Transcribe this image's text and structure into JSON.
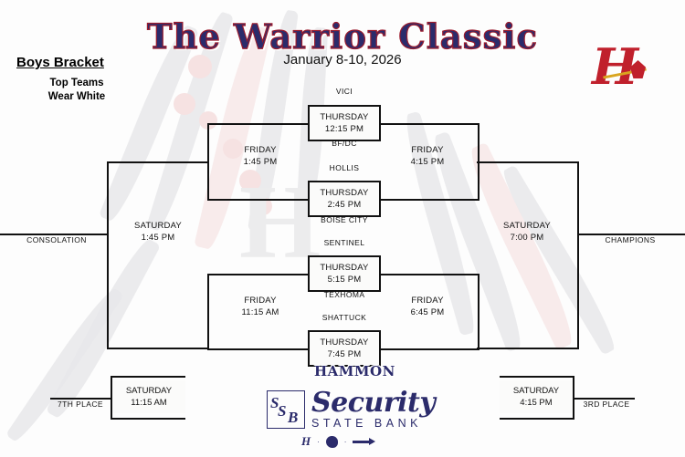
{
  "header": {
    "title": "The Warrior Classic",
    "dates": "January 8-10, 2026",
    "bracket_label": "Boys Bracket",
    "note": "Top Teams\nWear White"
  },
  "logos": {
    "school": "hammon-warrior-h-logo",
    "hammon_wordmark": "HAMMON",
    "bank_mark": "SSB",
    "bank_name": "Security",
    "bank_sub": "STATE BANK",
    "mini_mark": "hammon-mini-mark"
  },
  "colors": {
    "navy": "#2b2b6b",
    "red": "#c0202c",
    "line": "#111111",
    "gold": "#d9a520"
  },
  "teams": {
    "vici": "VICI",
    "bfdc": "BF/DC",
    "hollis": "HOLLIS",
    "boise_city": "BOISE CITY",
    "sentinel": "SENTINEL",
    "texhoma": "TEXHOMA",
    "shattuck": "SHATTUCK",
    "hammon": "HAMMON"
  },
  "games": {
    "q1": {
      "day": "THURSDAY",
      "time": "12:15 PM"
    },
    "q2": {
      "day": "THURSDAY",
      "time": "2:45 PM"
    },
    "q3": {
      "day": "THURSDAY",
      "time": "5:15 PM"
    },
    "q4": {
      "day": "THURSDAY",
      "time": "7:45 PM"
    },
    "consolation_semi_top": {
      "day": "FRIDAY",
      "time": "1:45 PM"
    },
    "consolation_semi_bottom": {
      "day": "FRIDAY",
      "time": "11:15 AM"
    },
    "semi_top": {
      "day": "FRIDAY",
      "time": "4:15 PM"
    },
    "semi_bottom": {
      "day": "FRIDAY",
      "time": "6:45 PM"
    },
    "consolation_final": {
      "day": "SATURDAY",
      "time": "1:45 PM"
    },
    "championship": {
      "day": "SATURDAY",
      "time": "7:00 PM"
    },
    "seventh_place": {
      "day": "SATURDAY",
      "time": "11:15 AM"
    },
    "third_place": {
      "day": "SATURDAY",
      "time": "4:15 PM"
    }
  },
  "labels": {
    "consolation": "CONSOLATION",
    "champions": "CHAMPIONS",
    "seventh_place": "7TH PLACE",
    "third_place": "3RD PLACE"
  }
}
